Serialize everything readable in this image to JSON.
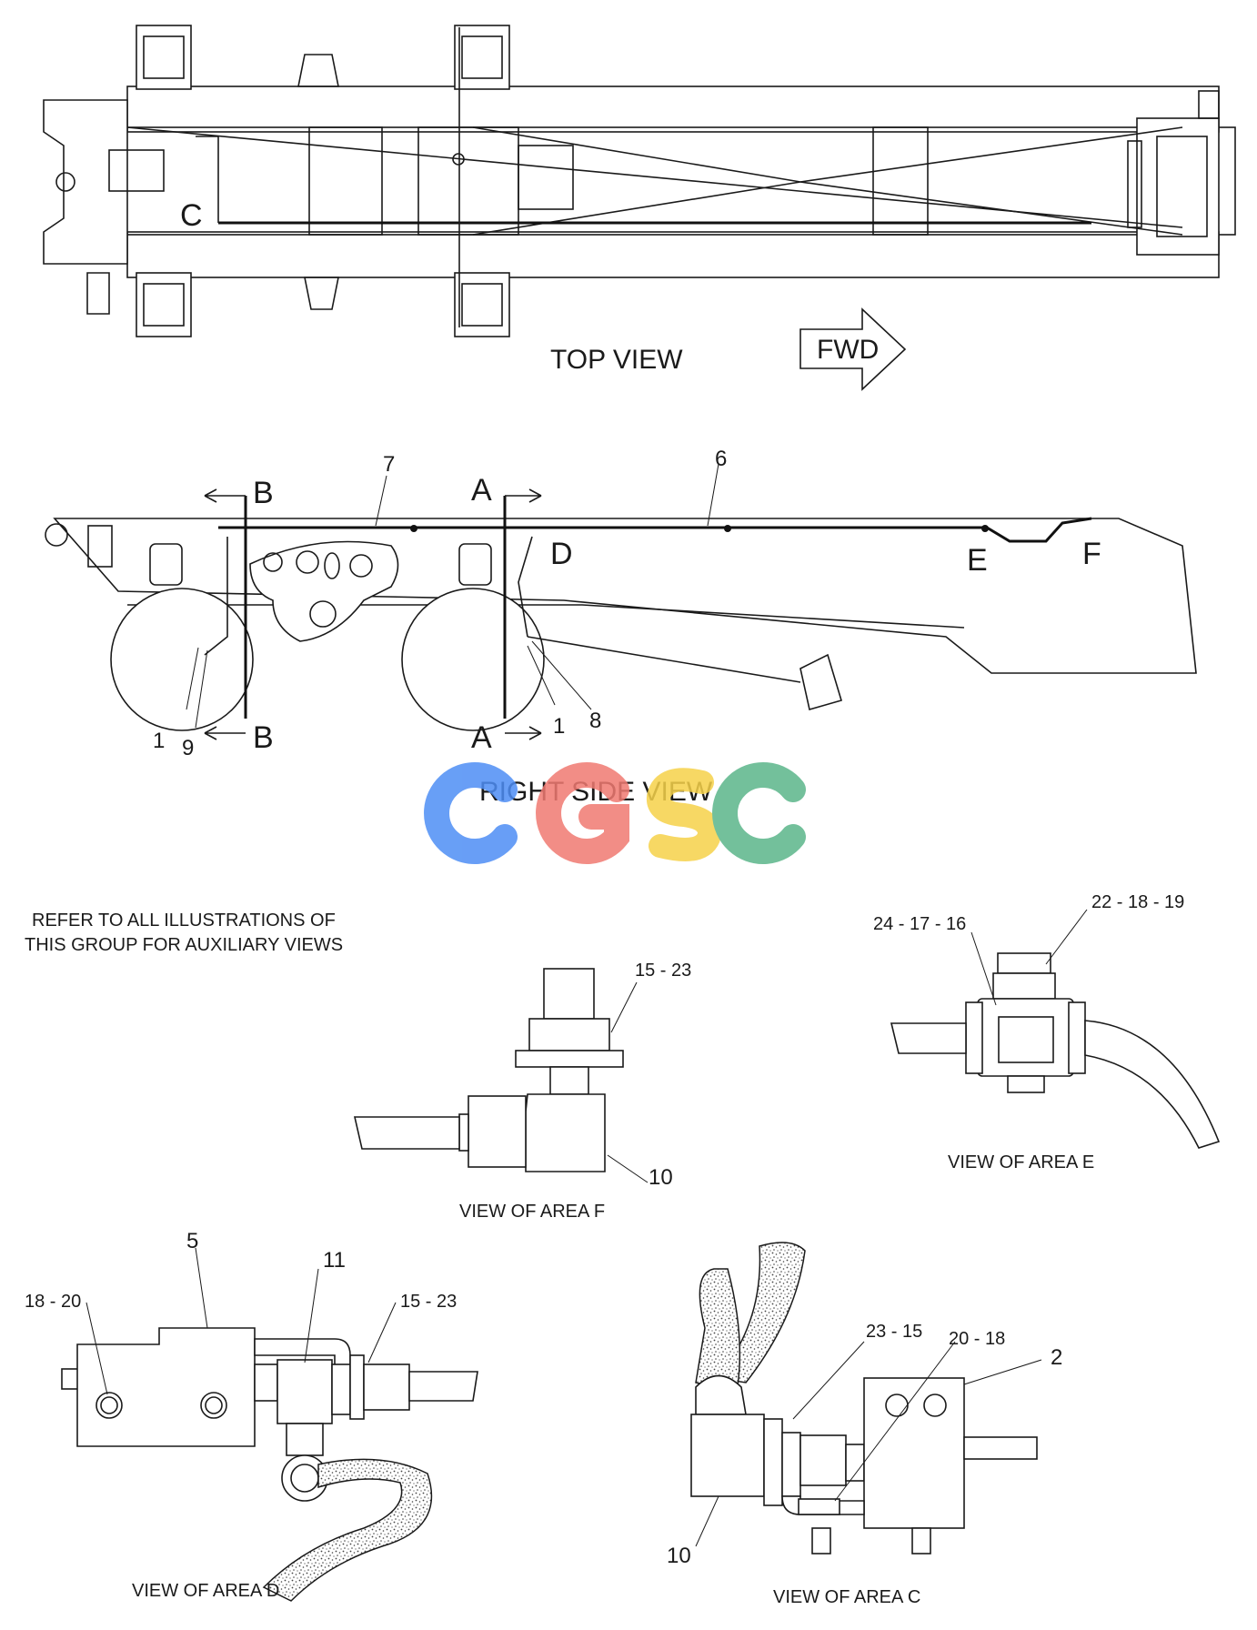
{
  "top_view": {
    "title": "TOP VIEW",
    "fwd": "FWD",
    "area_c_letter": "C"
  },
  "side_view": {
    "title": "RIGHT SIDE VIEW",
    "section_b": "B",
    "section_a": "A",
    "area_d": "D",
    "area_e": "E",
    "area_f": "F",
    "callouts": [
      "7",
      "6",
      "1",
      "9",
      "1",
      "8"
    ]
  },
  "watermark": {
    "letters": [
      "C",
      "G",
      "S",
      "C"
    ],
    "colors": [
      "#4e8ef5",
      "#f07a72",
      "#f6d24a",
      "#5bb68a"
    ]
  },
  "note": {
    "line1": "REFER TO ALL ILLUSTRATIONS OF",
    "line2": "THIS GROUP FOR AUXILIARY VIEWS"
  },
  "view_f": {
    "caption": "VIEW OF AREA F",
    "callout_top": "15 - 23",
    "callout_body": "10"
  },
  "view_e": {
    "caption": "VIEW OF AREA E",
    "callout_left": "24 - 17 - 16",
    "callout_right": "22 - 18 - 19"
  },
  "view_d": {
    "caption": "VIEW OF AREA D",
    "callout_bolt": "18 - 20",
    "callout_block": "5",
    "callout_fitting": "11",
    "callout_nut": "15 - 23"
  },
  "view_c": {
    "caption": "VIEW OF AREA C",
    "callout_nut": "23 - 15",
    "callout_bolt": "20 - 18",
    "callout_block": "2",
    "callout_body": "10"
  }
}
